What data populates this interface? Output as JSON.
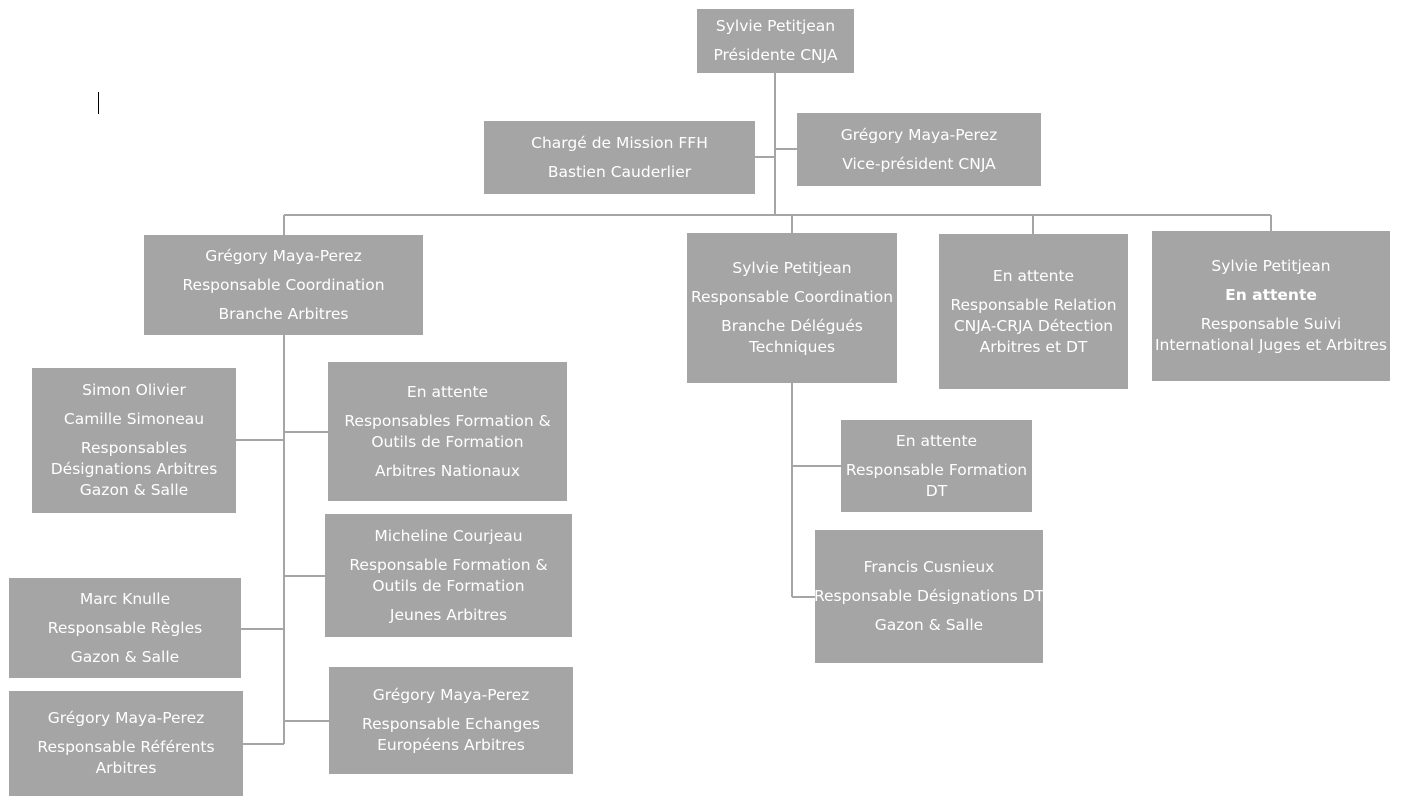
{
  "colors": {
    "box": "#a5a5a5",
    "text": "#ffffff",
    "connector": "#a5a5a5"
  },
  "nodes": {
    "president": [
      "Sylvie Petitjean",
      "Présidente CNJA"
    ],
    "charge_mission": [
      "Chargé de Mission FFH",
      "Bastien Cauderlier"
    ],
    "vice_president": [
      "Grégory Maya-Perez",
      "Vice-président CNJA"
    ],
    "coord_arbitres": [
      "Grégory Maya-Perez",
      "Responsable Coordination",
      "Branche Arbitres"
    ],
    "coord_dt": [
      "Sylvie Petitjean",
      "Responsable Coordination",
      "Branche Délégués",
      "Techniques"
    ],
    "relation_cnja": [
      "En attente",
      "Responsable Relation",
      "CNJA-CRJA Détection",
      "Arbitres et DT"
    ],
    "suivi_international": [
      "Sylvie Petitjean",
      "En attente",
      "Responsable Suivi",
      "International Juges et Arbitres"
    ],
    "designations_arbitres": [
      "Simon Olivier",
      "Camille Simoneau",
      "Responsables",
      "Désignations Arbitres",
      "Gazon & Salle"
    ],
    "formation_nationaux": [
      "En attente",
      "Responsables Formation &",
      "Outils de Formation",
      "Arbitres Nationaux"
    ],
    "formation_jeunes": [
      "Micheline Courjeau",
      "Responsable Formation &",
      "Outils de Formation",
      "Jeunes Arbitres"
    ],
    "regles": [
      "Marc Knulle",
      "Responsable Règles",
      "Gazon & Salle"
    ],
    "echanges_europeens": [
      "Grégory Maya-Perez",
      "Responsable Echanges",
      "Européens Arbitres"
    ],
    "referents_arbitres": [
      "Grégory Maya-Perez",
      "Responsable Référents",
      "Arbitres"
    ],
    "formation_dt": [
      "En attente",
      "Responsable Formation",
      "DT"
    ],
    "designations_dt": [
      "Francis Cusnieux",
      "Responsable Désignations DT",
      "Gazon & Salle"
    ]
  }
}
